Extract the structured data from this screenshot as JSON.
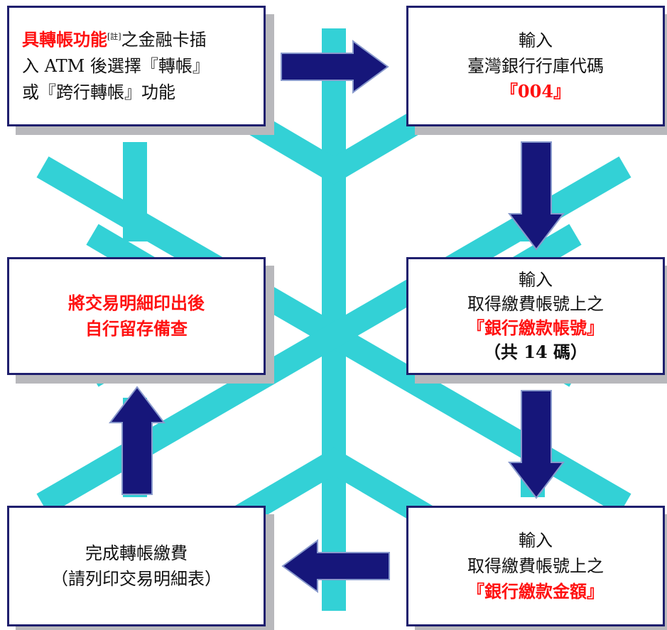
{
  "colors": {
    "accent_red": "#ff1111",
    "arrow_fill": "#16167a",
    "box_border": "#1f1f6e",
    "background_motif": "#33d1d6",
    "shadow": "#b8b8bc"
  },
  "step1": {
    "line1_red": "具轉帳功能",
    "note": "[註]",
    "line1_rest": "之金融卡插",
    "line2": "入 ATM 後選擇『轉帳』",
    "line3": "或『跨行轉帳』功能"
  },
  "step2": {
    "line1": "輸入",
    "line2": "臺灣銀行行庫代碼",
    "line3_red": "『004』"
  },
  "step3": {
    "line1": "輸入",
    "line2": "取得繳費帳號上之",
    "line3_red": "『銀行繳款帳號』",
    "line4": "（共 14 碼）"
  },
  "step4": {
    "line1": "輸入",
    "line2": "取得繳費帳號上之",
    "line3_red": "『銀行繳款金額』"
  },
  "step5": {
    "line1": "完成轉帳繳費",
    "line2": "（請列印交易明細表）"
  },
  "step6": {
    "line1_red": "將交易明細印出後",
    "line2_red": "自行留存備查"
  },
  "arrows": [
    "right-arrow",
    "down-arrow",
    "down-arrow",
    "left-arrow",
    "up-arrow"
  ]
}
